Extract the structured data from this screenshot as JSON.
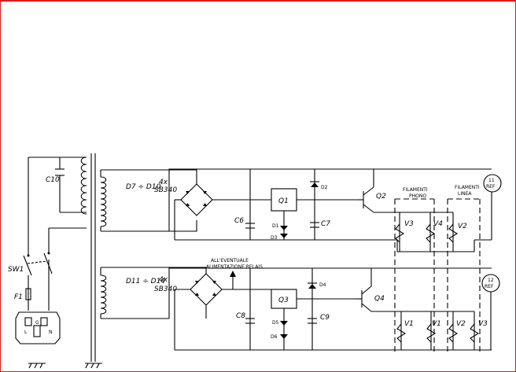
{
  "labels": {
    "c10": "C10",
    "sw1": "SW1",
    "f1": "F1",
    "plug_l": "L",
    "plug_g": "G",
    "plug_n": "N",
    "d_top": "D7 ÷ D10",
    "bridge_top_count": "4x",
    "bridge_top_part": "SB340",
    "d_bot": "D11 ÷ D14",
    "bridge_bot_count": "4x",
    "bridge_bot_part": "SB340",
    "c6": "C6",
    "c7": "C7",
    "c8": "C8",
    "c9": "C9",
    "q1": "Q1",
    "q2": "Q2",
    "q3": "Q3",
    "q4": "Q4",
    "d1": "D1",
    "d2": "D2",
    "d3": "D3",
    "d4": "D4",
    "d5": "D5",
    "d6": "D6",
    "relay_line1": "ALL'EVENTUALE",
    "relay_line2": "ALIMENTAZIONE RELAIS",
    "filament_phono_l1": "FILAMENTI",
    "filament_phono_l2": "PHONO",
    "filament_linea_l1": "FILAMENTI",
    "filament_linea_l2": "LINEA",
    "v3": "V3",
    "v4": "V4",
    "v2": "V2",
    "v1": "V1",
    "v1b": "V1",
    "v2b": "V2",
    "v3b": "V3",
    "ref1_l1": "11",
    "ref1_l2": "REF",
    "ref2_l1": "12",
    "ref2_l2": "REF"
  }
}
